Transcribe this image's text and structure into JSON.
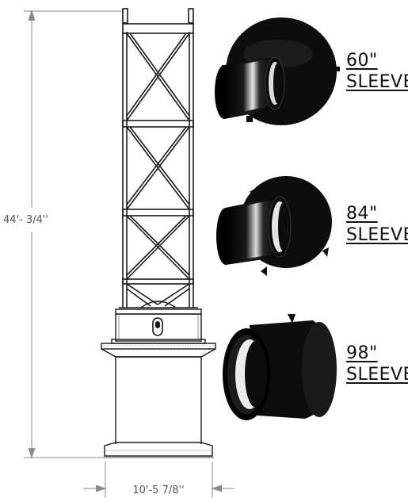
{
  "dimensions": {
    "height_label": "44'- 3/4''",
    "width_label": "10'-5 7/8''"
  },
  "sleeves": [
    {
      "size": "60\"",
      "word": "SLEEVE"
    },
    {
      "size": "84\"",
      "word": "SLEEVE"
    },
    {
      "size": "98\"",
      "word": "SLEEVE"
    }
  ],
  "colors": {
    "drawing_line": "#1a1a1a",
    "dimension_line": "#8a8a8a",
    "sleeve_fill": "#0d0d0d",
    "sleeve_highlight": "#e8e8e8"
  }
}
